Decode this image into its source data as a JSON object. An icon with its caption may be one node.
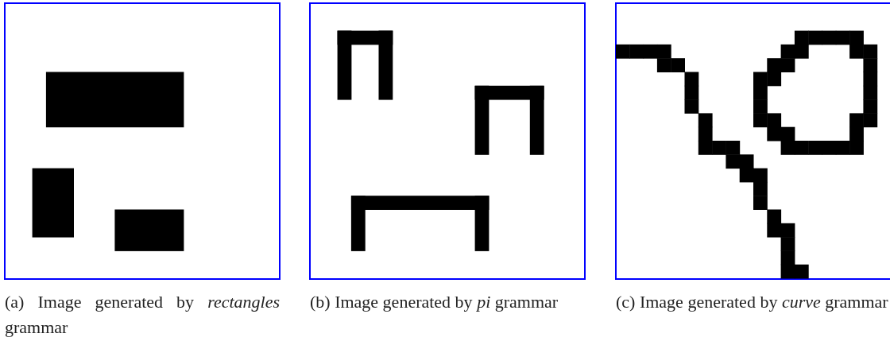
{
  "diagram": {
    "labels": [
      "(a) Image generated by *rectangles* grammar",
      "(b) Image generated by *pi* grammar",
      "(c) Image generated by *curve* grammar"
    ]
  }
}
